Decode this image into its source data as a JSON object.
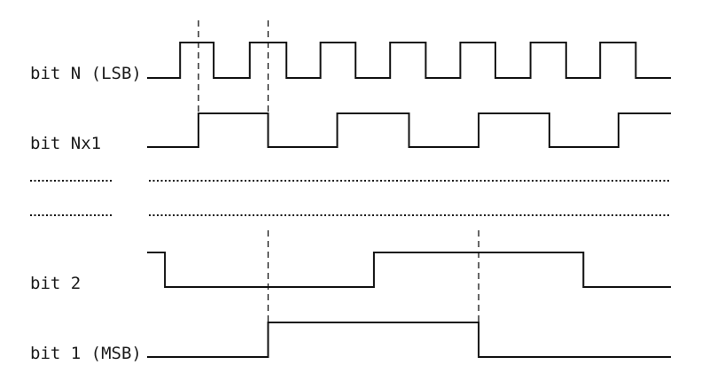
{
  "signals": [
    {
      "label": "bit N (LSB)",
      "initial_level": 0,
      "transitions": [
        0.063,
        0.127,
        0.196,
        0.266,
        0.331,
        0.398,
        0.464,
        0.532,
        0.598,
        0.665,
        0.732,
        0.8,
        0.865,
        0.933
      ],
      "highlight_transitions": [
        1,
        3
      ]
    },
    {
      "label": "bit Nx1",
      "initial_level": 0,
      "transitions": [
        0.098,
        0.231,
        0.363,
        0.5,
        0.633,
        0.768,
        0.9
      ]
    },
    {
      "label": "bit 2",
      "initial_level": 1,
      "transitions": [
        0.034,
        0.433,
        0.833
      ]
    },
    {
      "label": "bit 1 (MSB)",
      "initial_level": 0,
      "transitions": [
        0.231,
        0.633
      ]
    }
  ],
  "omitted_rows": 2,
  "guide_lines": [
    {
      "span": [
        0,
        1
      ],
      "at": 0.098
    },
    {
      "span": [
        0,
        1
      ],
      "at": 0.231
    },
    {
      "span": [
        2,
        3
      ],
      "at": 0.231
    },
    {
      "span": [
        2,
        3
      ],
      "at": 0.633
    }
  ]
}
